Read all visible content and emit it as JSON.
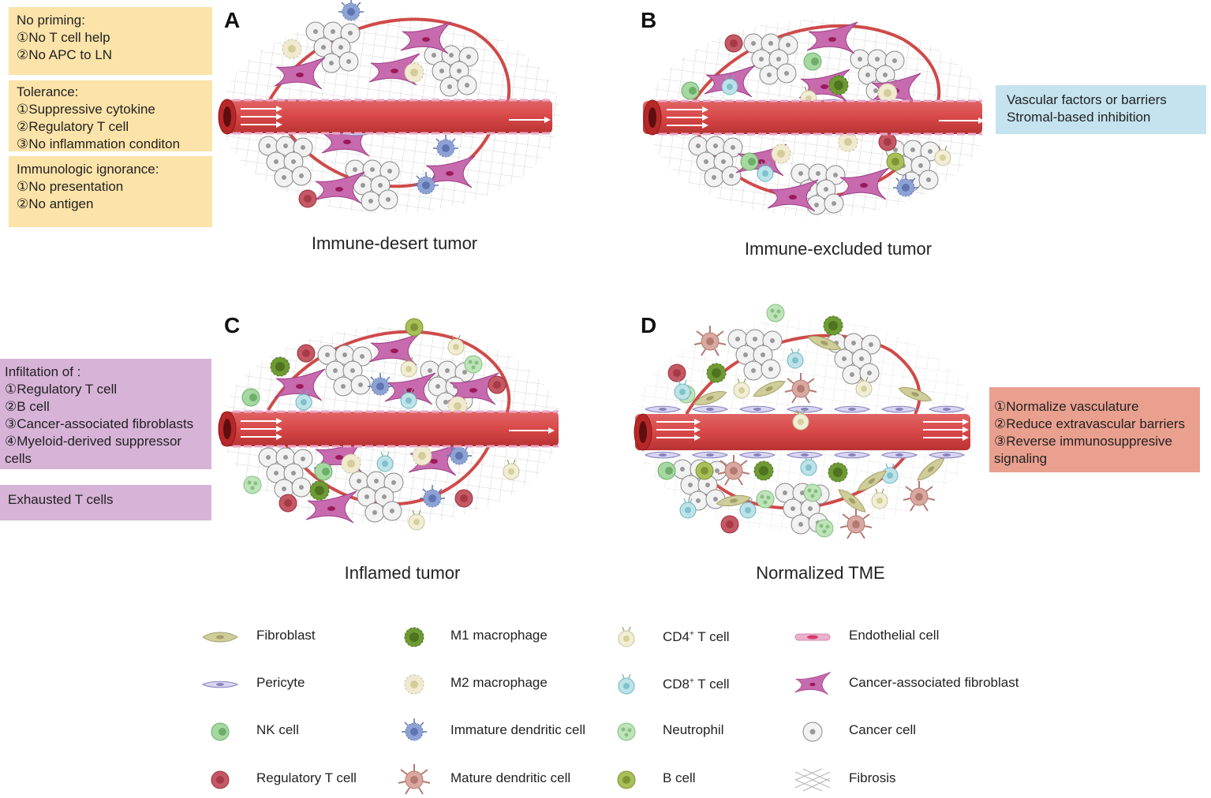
{
  "panels": [
    {
      "letter": "A",
      "caption": "Immune-desert tumor"
    },
    {
      "letter": "B",
      "caption": "Immune-excluded tumor"
    },
    {
      "letter": "C",
      "caption": "Inflamed tumor"
    },
    {
      "letter": "D",
      "caption": "Normalized TME"
    }
  ],
  "boxes": {
    "no_priming": {
      "title": "No priming:",
      "items": [
        "①No T cell help",
        "②No APC to LN"
      ]
    },
    "tolerance": {
      "title": "Tolerance:",
      "items": [
        "①Suppressive cytokine",
        "②Regulatory T cell",
        "③No inflammation conditon"
      ]
    },
    "ignorance": {
      "title": "Immunologic ignorance:",
      "items": [
        "①No presentation",
        "②No antigen"
      ]
    },
    "vascular": {
      "items": [
        "Vascular factors or barriers",
        "Stromal-based inhibition"
      ]
    },
    "infiltration": {
      "title": "Infiltation of :",
      "items": [
        "①Regulatory T cell",
        "②B cell",
        "③Cancer-associated fibroblasts",
        "④Myeloid-derived suppressor",
        "cells"
      ]
    },
    "exhausted": {
      "title": "Exhausted T cells"
    },
    "normalize": {
      "items": [
        "①Normalize vasculature",
        "②Reduce extravascular barriers",
        "③Reverse immunosuppresive",
        "signaling"
      ]
    }
  },
  "legend": [
    {
      "label": "Fibroblast",
      "icon": "fibroblast-icon",
      "color": "#c9c896"
    },
    {
      "label": "Pericyte",
      "icon": "pericyte-icon",
      "color": "#b7b3dd"
    },
    {
      "label": "NK cell",
      "icon": "nk-cell-icon",
      "color": "#9fd19f"
    },
    {
      "label": "Regulatory T cell",
      "icon": "regulatory-t-cell-icon",
      "color": "#c0555f"
    },
    {
      "label": "M1 macrophage",
      "icon": "m1-macrophage-icon",
      "color": "#6f9530"
    },
    {
      "label": "M2 macrophage",
      "icon": "m2-macrophage-icon",
      "color": "#ece7c8"
    },
    {
      "label": "Immature dendritic cell",
      "icon": "immature-dendritic-cell-icon",
      "color": "#8ea3d2"
    },
    {
      "label": "Mature dendritic cell",
      "icon": "mature-dendritic-cell-icon",
      "color": "#d8a49d"
    },
    {
      "label": "CD4",
      "sup": "+",
      "suffix": " T cell",
      "icon": "cd4-t-cell-icon",
      "color": "#f1eed6"
    },
    {
      "label": "CD8",
      "sup": "+",
      "suffix": " T cell",
      "icon": "cd8-t-cell-icon",
      "color": "#bfe3e8"
    },
    {
      "label": "Neutrophil",
      "icon": "neutrophil-icon",
      "color": "#b7e0b3"
    },
    {
      "label": "B cell",
      "icon": "b-cell-icon",
      "color": "#a8bd56"
    },
    {
      "label": "Endothelial cell",
      "icon": "endothelial-cell-icon",
      "color": "#e8a8c8"
    },
    {
      "label": "Cancer-associated fibroblast",
      "icon": "cancer-associated-fibroblast-icon",
      "color": "#c25fa3"
    },
    {
      "label": "Cancer cell",
      "icon": "cancer-cell-icon",
      "color": "#eeeeee"
    },
    {
      "label": "Fibrosis",
      "icon": "fibrosis-icon",
      "color": "#bbbbbb"
    }
  ]
}
